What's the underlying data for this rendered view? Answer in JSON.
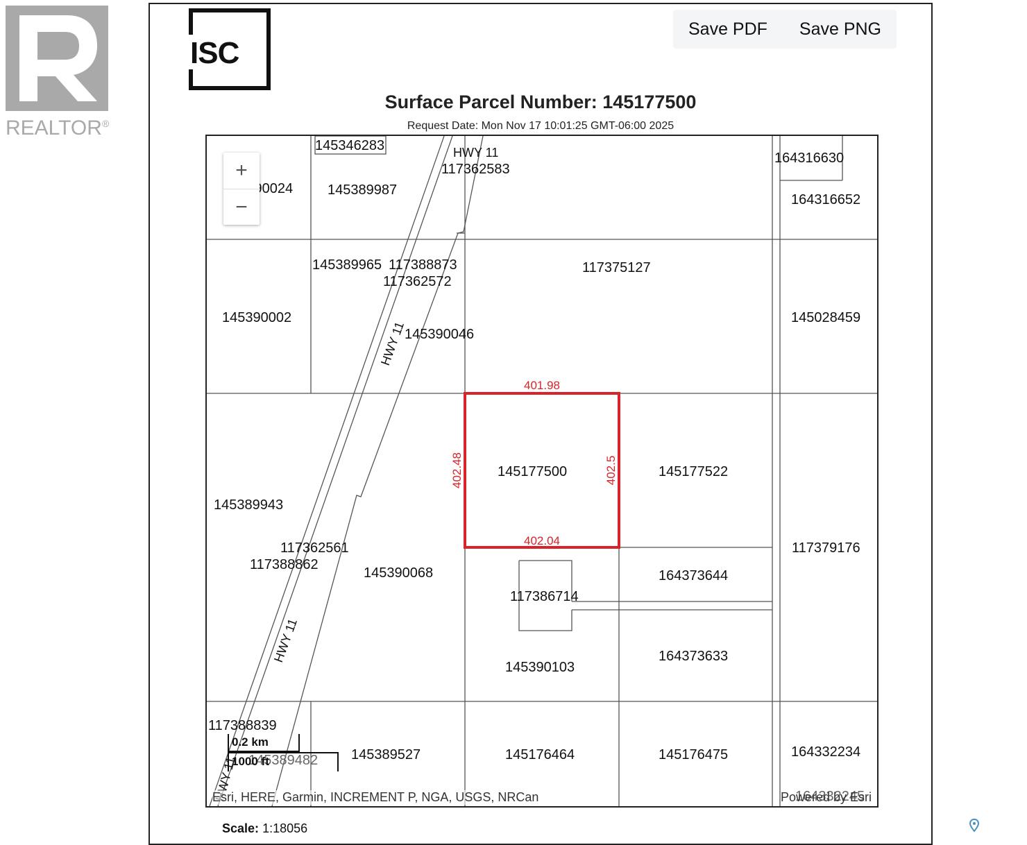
{
  "realtor": {
    "logo_text": "REALTOR",
    "reg_mark": "®"
  },
  "header": {
    "logo_text": "ISC",
    "save_pdf_label": "Save PDF",
    "save_png_label": "Save PNG",
    "title": "Surface Parcel Number: 145177500",
    "request_date": "Request Date: Mon Nov 17 10:01:25 GMT-06:00 2025"
  },
  "map": {
    "zoom_in": "+",
    "zoom_out": "−",
    "attribution": "Esri, HERE, Garmin, INCREMENT P, NGA, USGS, NRCan",
    "powered_by": "Powered by Esri",
    "scale_km": "0.2 km",
    "scale_ft": "1000 ft",
    "subject_parcel": {
      "id": "145177500",
      "dim_top": "401.98",
      "dim_bottom": "402.04",
      "dim_left": "402.48",
      "dim_right": "402.5",
      "color": "#d9232a"
    },
    "parcel_labels": [
      "145346283",
      "HWY 11",
      "117362583",
      "164316630",
      "145390024",
      "145389987",
      "164316652",
      "145389965",
      "117388873",
      "117362572",
      "117375127",
      "145390002",
      "145390046",
      "145028459",
      "HWY 11",
      "145177522",
      "145389943",
      "117362561",
      "117388862",
      "145390068",
      "117379176",
      "164373644",
      "117386714",
      "HWY 11",
      "164373633",
      "145390103",
      "117388839",
      "145389482",
      "145389527",
      "145176464",
      "145176475",
      "164332234",
      "164332245",
      "HWY 11"
    ]
  },
  "footer": {
    "scale_label": "Scale:",
    "scale_value": "1:18056"
  }
}
